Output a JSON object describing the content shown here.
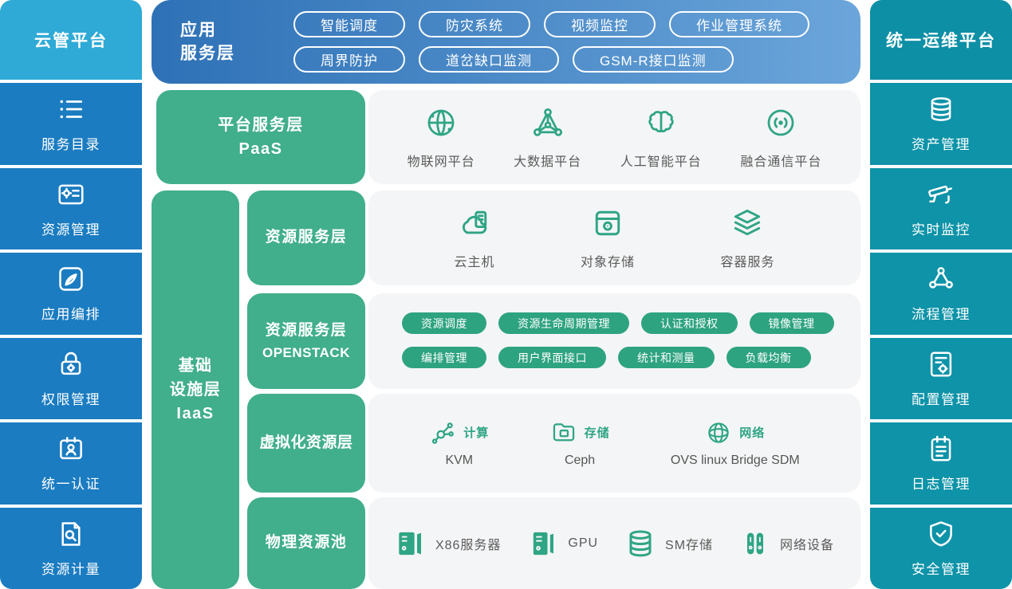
{
  "left_sidebar": {
    "title": "云管平台",
    "items": [
      {
        "label": "服务目录",
        "icon": "catalog-list-icon"
      },
      {
        "label": "资源管理",
        "icon": "resource-management-icon"
      },
      {
        "label": "应用编排",
        "icon": "orchestration-pen-icon"
      },
      {
        "label": "权限管理",
        "icon": "permission-lock-icon"
      },
      {
        "label": "统一认证",
        "icon": "id-card-icon"
      },
      {
        "label": "资源计量",
        "icon": "metering-doc-search-icon"
      }
    ]
  },
  "right_sidebar": {
    "title": "统一运维平台",
    "items": [
      {
        "label": "资产管理",
        "icon": "asset-database-icon"
      },
      {
        "label": "实时监控",
        "icon": "cctv-camera-icon"
      },
      {
        "label": "流程管理",
        "icon": "flow-nodes-icon"
      },
      {
        "label": "配置管理",
        "icon": "config-doc-gear-icon"
      },
      {
        "label": "日志管理",
        "icon": "log-notebook-icon"
      },
      {
        "label": "安全管理",
        "icon": "security-shield-icon"
      }
    ]
  },
  "app_layer": {
    "title_line1": "应用",
    "title_line2": "服务层",
    "pills_row1": [
      "智能调度",
      "防灾系统",
      "视频监控",
      "作业管理系统"
    ],
    "pills_row2": [
      "周界防护",
      "道岔缺口监测",
      "GSM-R接口监测"
    ]
  },
  "paas": {
    "title_line1": "平台服务层",
    "title_line2": "PaaS",
    "items": [
      "物联网平台",
      "大数据平台",
      "人工智能平台",
      "融合通信平台"
    ]
  },
  "iaas": {
    "title_line1": "基础",
    "title_line2": "设施层",
    "title_line3": "IaaS"
  },
  "resource_service": {
    "title": "资源服务层",
    "items": [
      "云主机",
      "对象存储",
      "容器服务"
    ]
  },
  "openstack": {
    "title_line1": "资源服务层",
    "title_line2": "OPENSTACK",
    "pills_row1": [
      "资源调度",
      "资源生命周期管理",
      "认证和授权",
      "镜像管理"
    ],
    "pills_row2": [
      "编排管理",
      "用户界面接口",
      "统计和测量",
      "负载均衡"
    ]
  },
  "virtualization": {
    "title": "虚拟化资源层",
    "items": [
      {
        "tag": "计算",
        "label": "KVM"
      },
      {
        "tag": "存储",
        "label": "Ceph"
      },
      {
        "tag": "网络",
        "label": "OVS linux Bridge SDM"
      }
    ]
  },
  "physical": {
    "title": "物理资源池",
    "items": [
      "X86服务器",
      "GPU",
      "SM存储",
      "网络设备"
    ]
  },
  "colors": {
    "left_header_bg": "#2FAAD6",
    "left_item_bg": "#1B7CC1",
    "right_header_bg": "#0D8FA6",
    "right_item_bg": "#0E93A8",
    "app_band_gradient_start": "#2E71B6",
    "app_band_gradient_end": "#6BA5DA",
    "green_box_bg": "#41AE8C",
    "panel_bg": "#F4F5F6",
    "pill_green_bg": "#2EA380",
    "icon_green": "#2FA585",
    "text_dark": "#555555"
  }
}
